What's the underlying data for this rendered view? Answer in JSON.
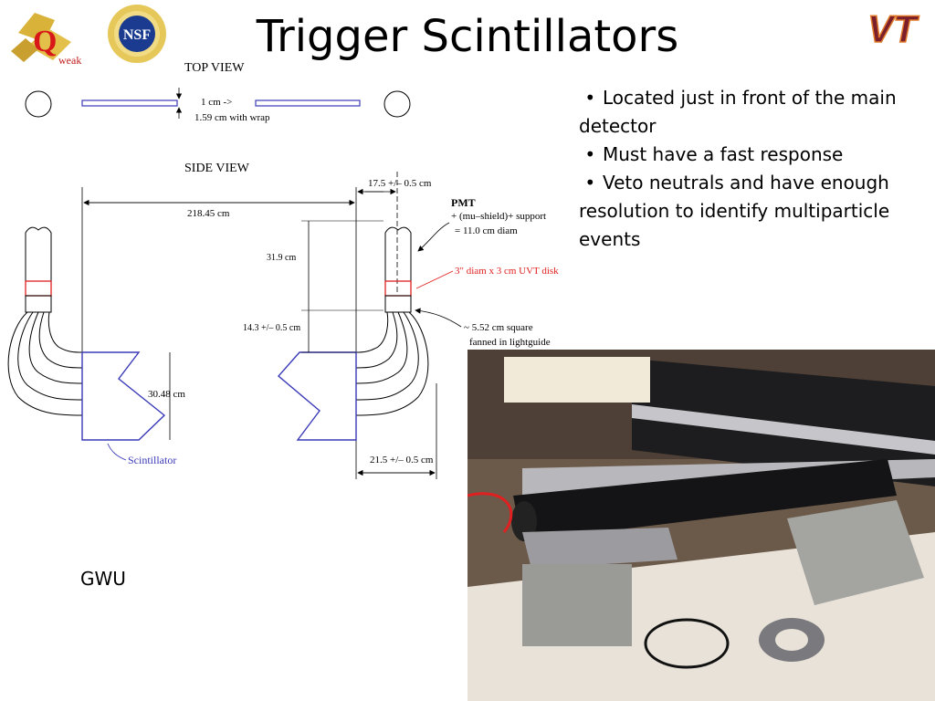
{
  "slide": {
    "title": "Trigger Scintillators",
    "bullets": [
      "Located just in front of the main detector",
      "Must have a fast response",
      "Veto neutrals and have enough resolution to identify multiparticle events"
    ],
    "footer_label": "GWU"
  },
  "logos": {
    "qweak": {
      "text": "weak",
      "letter": "Q"
    },
    "nsf": {
      "text": "NSF"
    },
    "vt": {
      "text": "VT",
      "color": "#7a1f2b"
    }
  },
  "diagram": {
    "top_view_label": "TOP VIEW",
    "top_dim_1": "1 cm ->",
    "top_dim_2": "1.59 cm with wrap",
    "side_view_label": "SIDE VIEW",
    "dim_total_width": "218.45 cm",
    "dim_top_offset": "17.5 +/– 0.5 cm",
    "pmt_label": "PMT",
    "pmt_line1": "+ (mu–shield)+ support",
    "pmt_line2": "= 11.0 cm diam",
    "dim_pmt_height": "31.9 cm",
    "uvt_disk": "3\" diam x 3 cm UVT disk",
    "dim_lightguide": "14.3 +/– 0.5 cm",
    "lightguide_line1": "~ 5.52 cm square",
    "lightguide_line2": "fanned in lightguide",
    "dim_scint_height": "30.48 cm",
    "scintillator_label": "Scintillator",
    "dim_bottom_offset": "21.5 +/– 0.5 cm",
    "colors": {
      "outline": "#3a3ab8",
      "accent_red": "#e02020",
      "ink": "#000000"
    }
  },
  "photo": {
    "description_icon": "scintillator-photo"
  }
}
